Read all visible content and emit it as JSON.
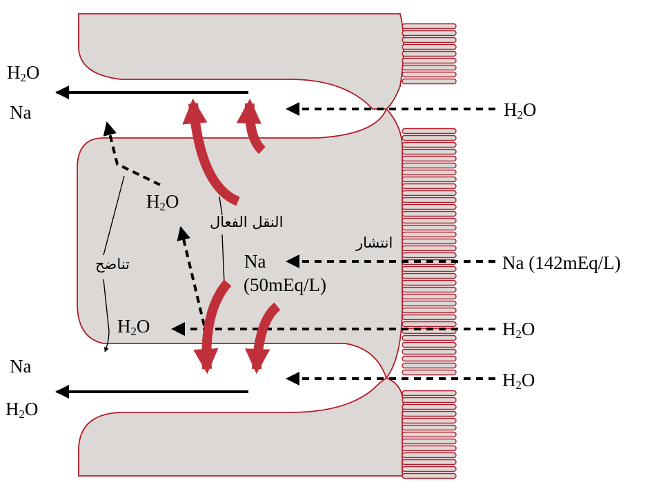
{
  "colors": {
    "cell": "#dcd8d5",
    "outline": "#b31c2a",
    "active_arrow": "#c0303b",
    "ink": "#000000"
  },
  "labels": {
    "h2o_top_left": {
      "main": "H",
      "sub": "2",
      "tail": "O"
    },
    "na_top_left": "Na",
    "h2o_right_top": {
      "main": "H",
      "sub": "2",
      "tail": "O"
    },
    "h2o_cell_upper": {
      "main": "H",
      "sub": "2",
      "tail": "O"
    },
    "active_transport": "النقل الفعال",
    "diffusion": "انتشار",
    "osmosis": "تناضح",
    "na_cell": "Na",
    "na_cell_conc": "(50mEq/L)",
    "na_right": "Na (142mEq/L)",
    "h2o_cell_lower": {
      "main": "H",
      "sub": "2",
      "tail": "O"
    },
    "h2o_right_mid": {
      "main": "H",
      "sub": "2",
      "tail": "O"
    },
    "na_bottom_left": "Na",
    "h2o_right_bottom": {
      "main": "H",
      "sub": "2",
      "tail": "O"
    },
    "h2o_bottom_left": {
      "main": "H",
      "sub": "2",
      "tail": "O"
    }
  }
}
